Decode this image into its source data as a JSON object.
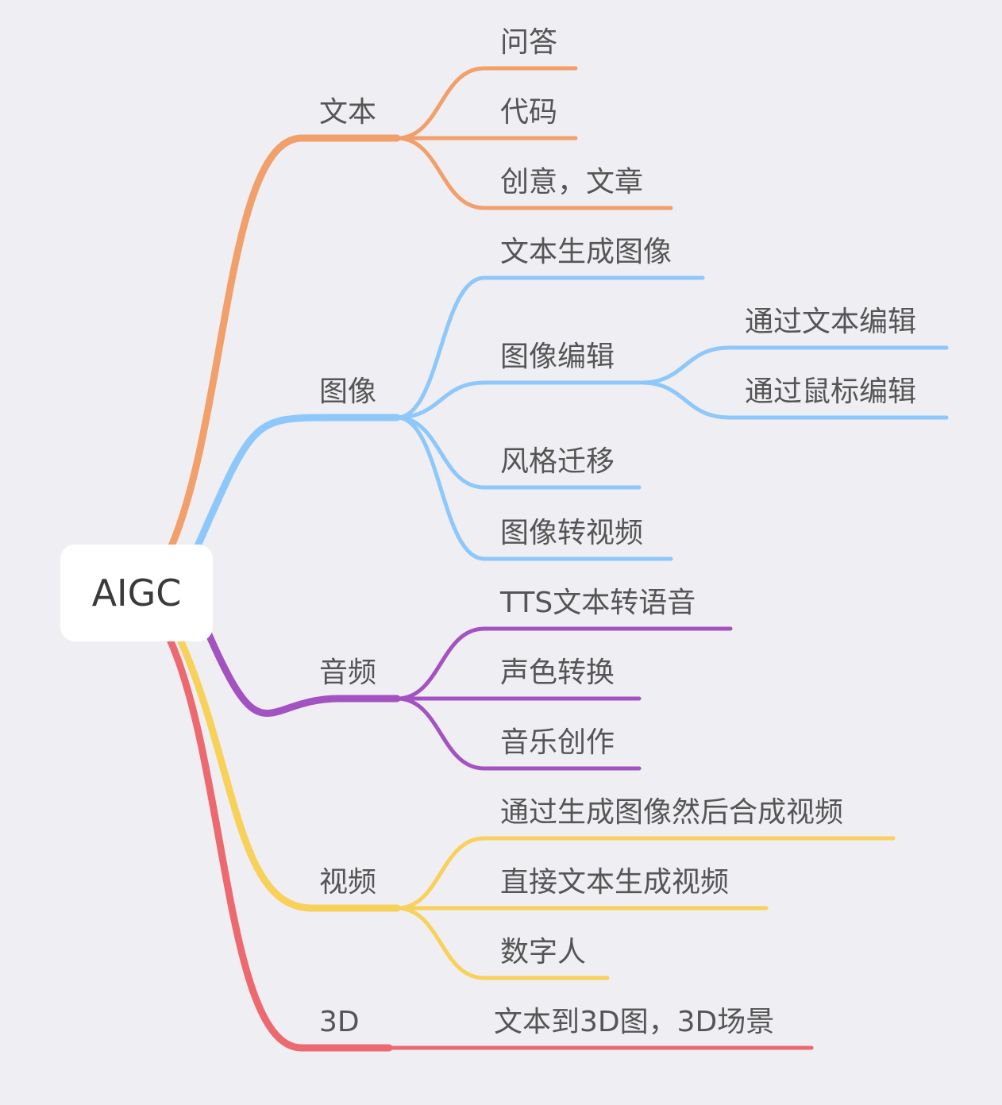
{
  "root": {
    "label": "AIGC"
  },
  "branches": [
    {
      "label": "文本",
      "color": "#f2a06b",
      "children": [
        {
          "label": "问答"
        },
        {
          "label": "代码"
        },
        {
          "label": "创意，文章"
        }
      ]
    },
    {
      "label": "图像",
      "color": "#8ec8fa",
      "children": [
        {
          "label": "文本生成图像"
        },
        {
          "label": "图像编辑",
          "children": [
            {
              "label": "通过文本编辑"
            },
            {
              "label": "通过鼠标编辑"
            }
          ]
        },
        {
          "label": "风格迁移"
        },
        {
          "label": "图像转视频"
        }
      ]
    },
    {
      "label": "音频",
      "color": "#a353c1",
      "children": [
        {
          "label": "TTS文本转语音"
        },
        {
          "label": "声色转换"
        },
        {
          "label": "音乐创作"
        }
      ]
    },
    {
      "label": "视频",
      "color": "#f8d15b",
      "children": [
        {
          "label": "通过生成图像然后合成视频"
        },
        {
          "label": "直接文本生成视频"
        },
        {
          "label": "数字人"
        }
      ]
    },
    {
      "label": "3D",
      "color": "#ec6a6f",
      "children": [
        {
          "label": "文本到3D图，3D场景"
        }
      ]
    }
  ]
}
